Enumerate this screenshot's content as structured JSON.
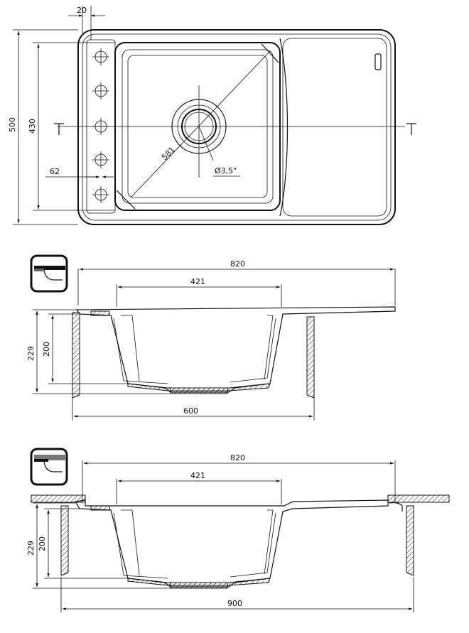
{
  "top_view": {
    "dims": {
      "top_offset": "20",
      "overall_depth": "500",
      "bowl_depth": "430",
      "tap_offset": "62",
      "diagonal": "581",
      "drain": "Ø3,5\""
    }
  },
  "section_1": {
    "dims": {
      "overall_width": "820",
      "bowl_width": "421",
      "total_height": "229",
      "bowl_height": "200",
      "cabinet_width": "600"
    }
  },
  "section_2": {
    "dims": {
      "overall_width": "820",
      "bowl_width": "421",
      "total_height": "229",
      "bowl_height": "200",
      "cabinet_width": "900"
    }
  }
}
